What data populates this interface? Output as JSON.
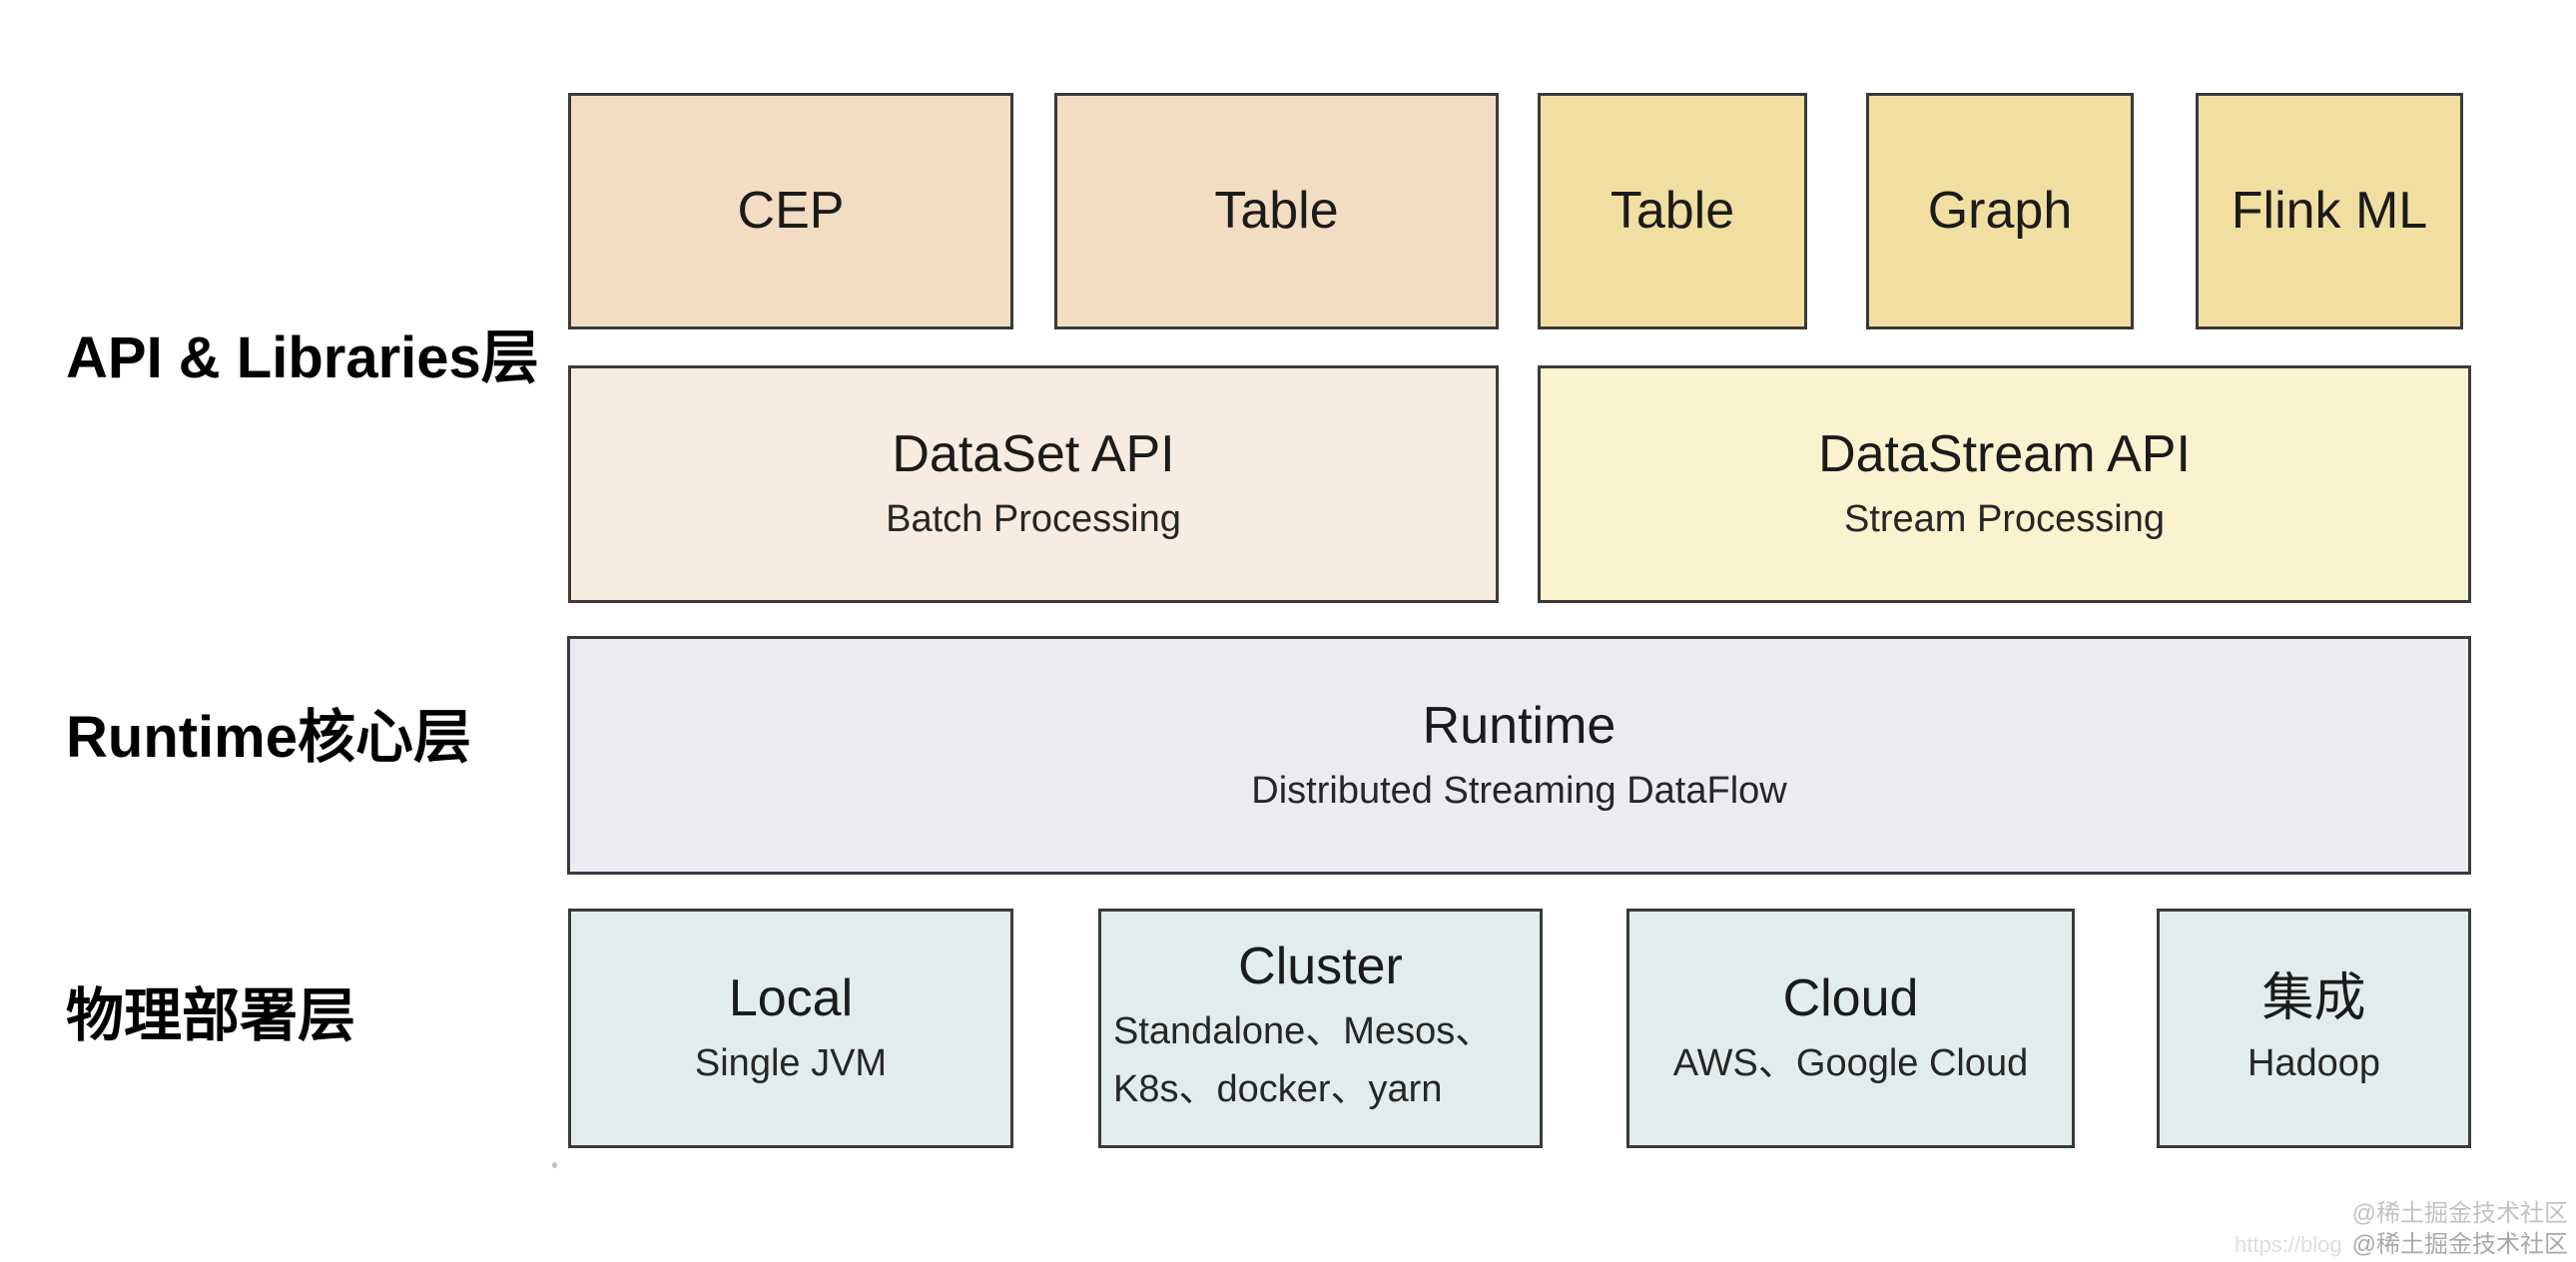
{
  "colors": {
    "background": "#ffffff",
    "border": "#3a3a3a",
    "text": "#1b1b1b",
    "subtext": "#262626",
    "label": "#000000",
    "tan": "#f2dcc2",
    "yellow": "#f1dfa2",
    "tan_light": "#f7ecdf",
    "yellow_light": "#fbf3d0",
    "lavender": "#edebf1",
    "blue_gray": "#e3ecec",
    "watermark": "#c2c2c2",
    "watermark_dark": "#a9a9a9",
    "watermark_faint": "#dedede"
  },
  "layer_labels": [
    {
      "id": "api-libraries",
      "text": "API & Libraries层"
    },
    {
      "id": "runtime-core",
      "text": "Runtime核心层"
    },
    {
      "id": "physical-deploy",
      "text": "物理部署层"
    }
  ],
  "boxes": {
    "cep": {
      "title": "CEP"
    },
    "table_batch": {
      "title": "Table"
    },
    "table_stream": {
      "title": "Table"
    },
    "graph": {
      "title": "Graph"
    },
    "flink_ml": {
      "title": "Flink ML"
    },
    "dataset_api": {
      "title": "DataSet API",
      "subtitle": "Batch Processing"
    },
    "datastream_api": {
      "title": "DataStream API",
      "subtitle": "Stream Processing"
    },
    "runtime": {
      "title": "Runtime",
      "subtitle": "Distributed Streaming DataFlow"
    },
    "local": {
      "title": "Local",
      "subtitle": "Single JVM"
    },
    "cluster": {
      "title": "Cluster",
      "lines": [
        "Standalone、Mesos、",
        "K8s、docker、yarn"
      ]
    },
    "cloud": {
      "title": "Cloud",
      "subtitle": "AWS、Google Cloud"
    },
    "integration": {
      "title": "集成",
      "subtitle": "Hadoop"
    }
  },
  "watermark": {
    "line1": "@稀土掘金技术社区",
    "line2": "@稀土掘金技术社区",
    "url_fragment": "https://blog"
  }
}
